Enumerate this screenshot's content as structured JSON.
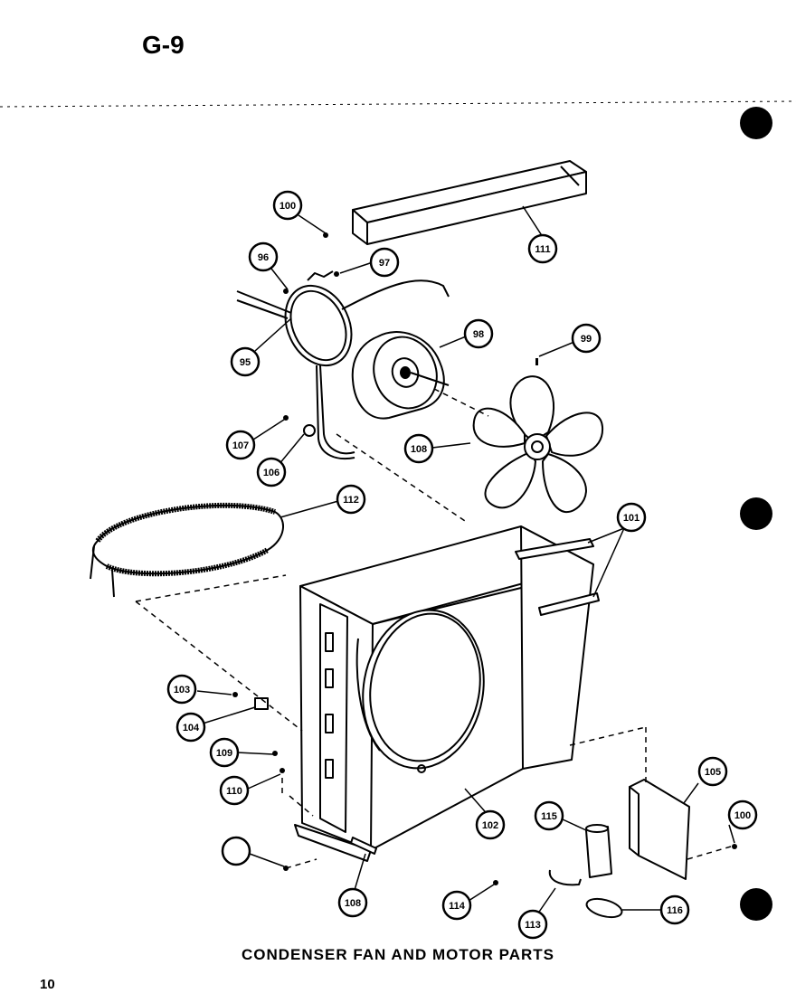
{
  "page": {
    "section": "G-9",
    "caption": "CONDENSER FAN AND MOTOR PARTS",
    "page_number": "10"
  },
  "callouts": [
    "100",
    "111",
    "96",
    "97",
    "95",
    "98",
    "99",
    "107",
    "106",
    "108",
    "112",
    "101",
    "103",
    "104",
    "109",
    "110",
    "102",
    "105",
    "115",
    "100",
    "114",
    "113",
    "116",
    "108"
  ]
}
